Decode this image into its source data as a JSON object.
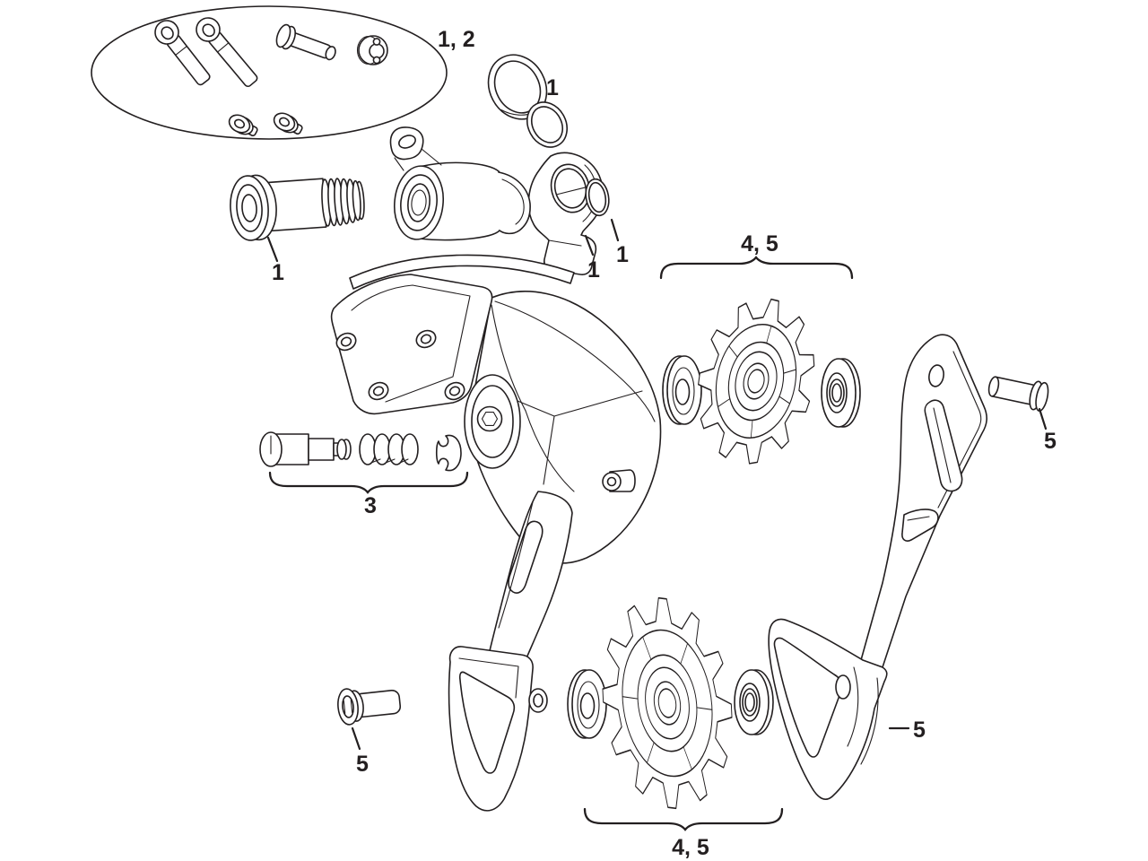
{
  "figure": {
    "background_color": "#ffffff",
    "line_color": "#231f20"
  },
  "callouts": {
    "hardware_kit": "1, 2",
    "seal_rings": "1",
    "mounting_bolt": "1",
    "hanger": "1",
    "small_ring": "1",
    "spring_kit": "3",
    "upper_pulley_group": "4, 5",
    "lower_pulley_group": "4, 5",
    "cage_screw": "5",
    "cage_pin": "5",
    "outer_cage_plate": "5"
  }
}
